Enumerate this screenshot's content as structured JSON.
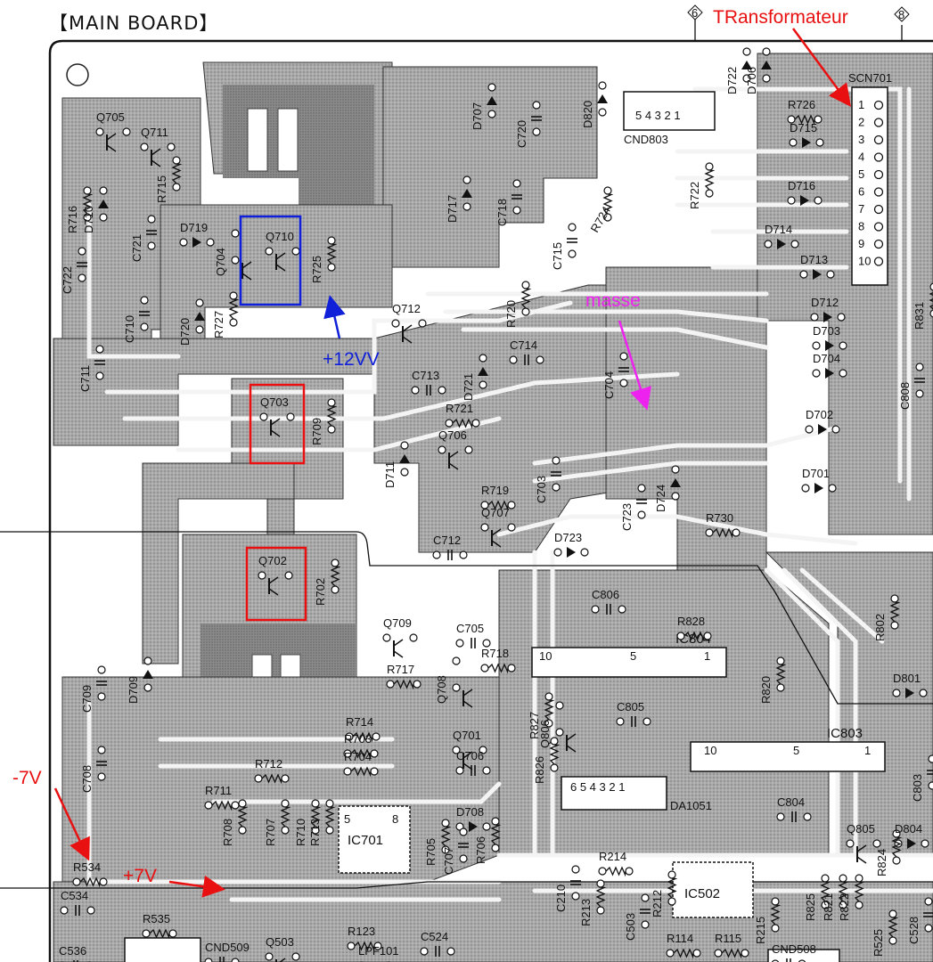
{
  "board_title": "【MAIN BOARD】",
  "annotations": {
    "transformateur": "TRansformateur",
    "plus12v": "+12VV",
    "masse": "masse",
    "minus7v": "-7V",
    "plus7v": "+7V"
  },
  "connector_pins": {
    "pin6": "6",
    "pin8": "8"
  },
  "scn701": {
    "label": "SCN701",
    "pins": [
      "1",
      "2",
      "3",
      "4",
      "5",
      "6",
      "7",
      "8",
      "9",
      "10"
    ]
  },
  "cnd803": {
    "label": "CND803",
    "pins": "5 4 3 2 1"
  },
  "ic804": {
    "label": "IC804",
    "pin_left": "10",
    "pin_mid": "5",
    "pin_right": "1"
  },
  "ic803": {
    "label": "IC803",
    "pin_left": "10",
    "pin_mid": "5",
    "pin_right": "1"
  },
  "ic701": {
    "label": "IC701",
    "pin_a": "5",
    "pin_b": "8"
  },
  "ic502": {
    "label": "IC502"
  },
  "da1051": {
    "label": "DA1051",
    "pins": "6 5 4 3 2 1"
  },
  "component_labels": [
    "Q705",
    "Q711",
    "R715",
    "R716",
    "D710",
    "C721",
    "D719",
    "Q704",
    "C722",
    "C710",
    "D720",
    "R727",
    "C711",
    "Q710",
    "R725",
    "Q712",
    "D707",
    "C720",
    "D717",
    "C718",
    "R724",
    "C715",
    "D820",
    "D722",
    "D706",
    "R726",
    "D715",
    "D716",
    "R722",
    "D714",
    "D713",
    "D712",
    "D703",
    "D704",
    "D702",
    "D701",
    "R831",
    "C808",
    "Q703",
    "R709",
    "C713",
    "D721",
    "C714",
    "R720",
    "R721",
    "Q706",
    "D711",
    "R719",
    "Q707",
    "C703",
    "C704",
    "D724",
    "C723",
    "R730",
    "C712",
    "D723",
    "Q702",
    "R702",
    "C806",
    "R828",
    "Q709",
    "C705",
    "R717",
    "R718",
    "Q708",
    "C805",
    "R827",
    "Q806",
    "R820",
    "R802",
    "D801",
    "R714",
    "Q701",
    "R703",
    "R704",
    "C706",
    "D708",
    "R712",
    "R711",
    "C709",
    "D709",
    "C708",
    "R708",
    "R707",
    "R710",
    "R713",
    "R705",
    "C707",
    "R706",
    "R826",
    "C804",
    "C803",
    "Q805",
    "D804",
    "R824",
    "R825",
    "R821",
    "R822",
    "R534",
    "C534",
    "R535",
    "C536",
    "CND509",
    "Q503",
    "R123",
    "LPF101",
    "C524",
    "R213",
    "R214",
    "C210",
    "C503",
    "R212",
    "R215",
    "R114",
    "R115",
    "CND508",
    "R525",
    "C528"
  ],
  "colors": {
    "annotation_red": "#e81010",
    "annotation_blue": "#1020d8",
    "annotation_magenta": "#ee22ee",
    "trace_fill": "#9a9a9a",
    "ink": "#111111"
  }
}
